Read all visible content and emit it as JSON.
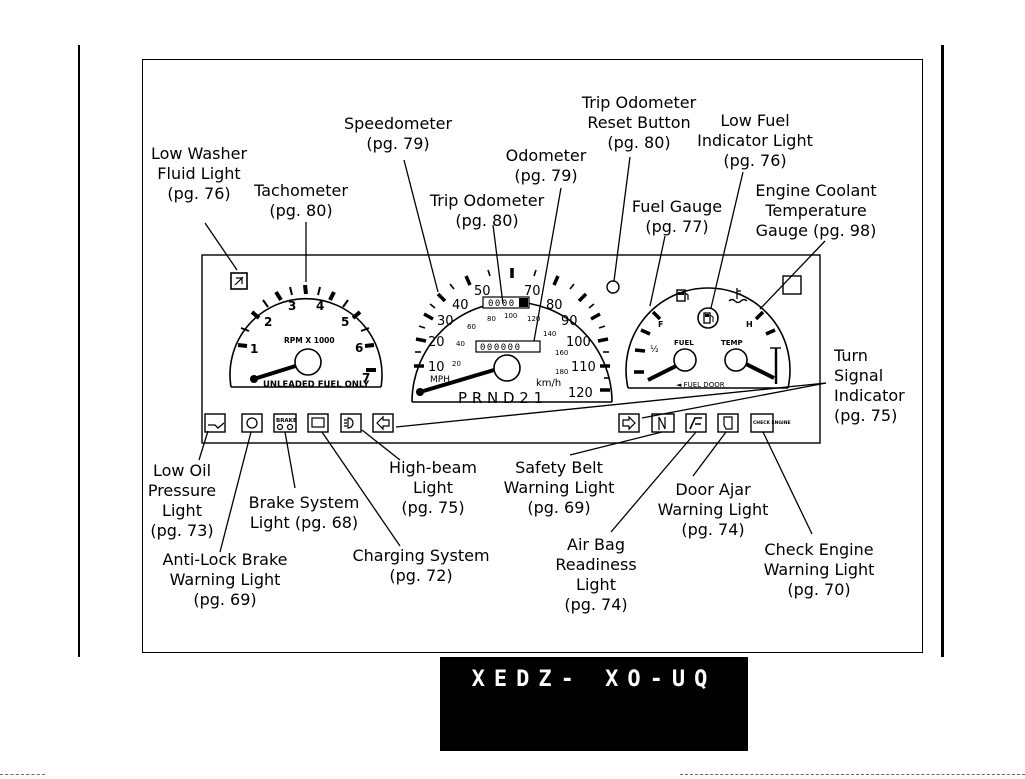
{
  "labels": {
    "low_washer": "Low Washer\nFluid Light\n(pg. 76)",
    "speedometer": "Speedometer\n(pg. 79)",
    "tachometer": "Tachometer\n(pg. 80)",
    "odometer": "Odometer\n(pg. 79)",
    "trip_odometer": "Trip Odometer\n(pg. 80)",
    "trip_reset": "Trip Odometer\nReset Button\n(pg. 80)",
    "low_fuel": "Low Fuel\nIndicator Light\n(pg. 76)",
    "fuel_gauge": "Fuel Gauge\n(pg. 77)",
    "engine_coolant": "Engine Coolant\nTemperature\nGauge (pg. 98)",
    "turn_signal": "Turn\nSignal\nIndicator\n(pg. 75)",
    "low_oil": "Low Oil\nPressure\nLight\n(pg. 73)",
    "brake_system": "Brake System\nLight (pg. 68)",
    "high_beam": "High-beam\nLight\n(pg. 75)",
    "safety_belt": "Safety Belt\nWarning Light\n(pg. 69)",
    "door_ajar": "Door Ajar\nWarning Light\n(pg. 74)",
    "anti_lock": "Anti-Lock Brake\nWarning Light\n(pg. 69)",
    "charging": "Charging System\n(pg. 72)",
    "air_bag": "Air Bag\nReadiness\nLight\n(pg. 74)",
    "check_engine": "Check Engine\nWarning Light\n(pg. 70)"
  },
  "cluster": {
    "tach_text": "RPM X 1000",
    "tach_unleaded": "UNLEADED FUEL ONLY",
    "tach_numbers": [
      "1",
      "2",
      "3",
      "4",
      "5",
      "6",
      "7"
    ],
    "speed_mph": [
      "10",
      "20",
      "30",
      "40",
      "50",
      "70",
      "80",
      "90",
      "100",
      "110",
      "120"
    ],
    "speed_kmh": [
      "20",
      "40",
      "60",
      "80",
      "100",
      "120",
      "140",
      "160",
      "180"
    ],
    "kmh_unit": "km/h",
    "mph_unit": "MPH",
    "odometer_digits": "000000",
    "trip_digits": "0000",
    "gear": "P  R N D 2  1",
    "fuel_text": "FUEL",
    "temp_text": "TEMP",
    "fuel_f": "F",
    "fuel_half": "½",
    "temp_h": "H",
    "fuel_door": "◄ FUEL DOOR",
    "brake_text": "BRAKE",
    "check_text": "CHECK ENGINE"
  },
  "quick_index": "XEDZ- XO-UQ"
}
